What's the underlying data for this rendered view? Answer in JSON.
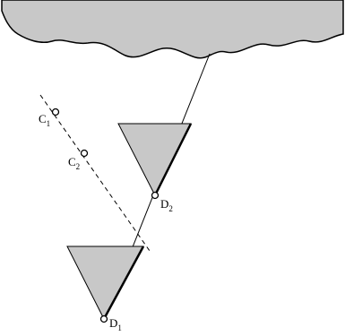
{
  "colors": {
    "cloud_fill": "#c8c8c8",
    "cone_fill": "#c8c8c8",
    "stroke": "#000000",
    "point_fill": "#ffffff"
  },
  "points": {
    "c1": {
      "letter": "C",
      "index": "1"
    },
    "c2": {
      "letter": "C",
      "index": "2"
    },
    "d1": {
      "letter": "D",
      "index": "1"
    },
    "d2": {
      "letter": "D",
      "index": "2"
    }
  }
}
